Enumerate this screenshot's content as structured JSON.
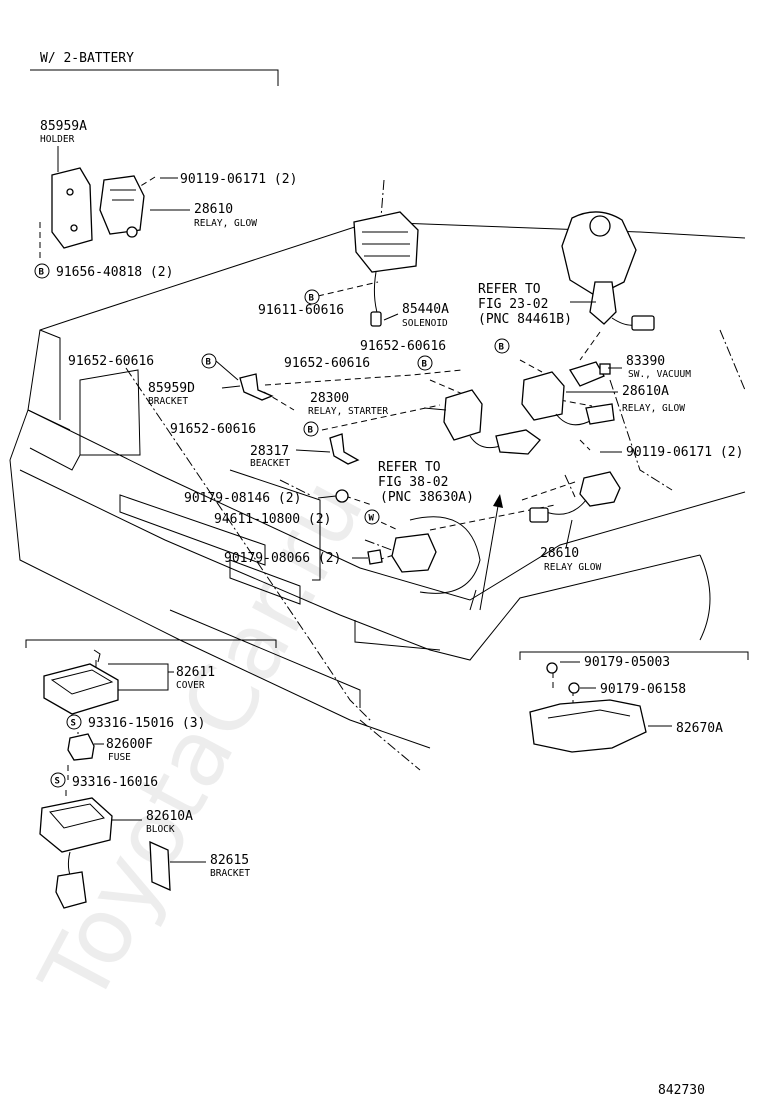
{
  "section_title": "W/ 2-BATTERY",
  "watermark": "ToyotaCar.ru",
  "figure_number": "842730",
  "callouts": [
    {
      "id": "holder",
      "pn": "85959A",
      "name": "HOLDER"
    },
    {
      "id": "bolt-upper",
      "pn": "90119-06171 (2)"
    },
    {
      "id": "relay-glow-small",
      "pn": "28610",
      "name": "RELAY, GLOW"
    },
    {
      "id": "bolt-holder",
      "pn": "91656-40818 (2)",
      "mark": "B"
    },
    {
      "id": "refer-fig-23",
      "lines": [
        "REFER TO",
        "FIG 23-02",
        "(PNC 84461B)"
      ]
    },
    {
      "id": "bolt-solenoid",
      "pn": "91611-60616",
      "mark": "B"
    },
    {
      "id": "solenoid",
      "pn": "85440A",
      "name": "SOLENOID"
    },
    {
      "id": "bolt-bracket-left",
      "pn": "91652-60616",
      "mark": "B"
    },
    {
      "id": "bolt-bracket-mid",
      "pn": "91652-60616",
      "mark": "B"
    },
    {
      "id": "bolt-vacuum",
      "pn": "91652-60616",
      "mark": "B"
    },
    {
      "id": "sw-vacuum",
      "pn": "83390",
      "name": "SW., VACUUM"
    },
    {
      "id": "bracket-85959d",
      "pn": "85959D",
      "name": "BRACKET"
    },
    {
      "id": "relay-starter",
      "pn": "28300",
      "name": "RELAY, STARTER"
    },
    {
      "id": "relay-glow-a",
      "pn": "28610A",
      "name": "RELAY, GLOW"
    },
    {
      "id": "bolt-bracket-lower",
      "pn": "91652-60616",
      "mark": "B"
    },
    {
      "id": "bracket-28317",
      "pn": "28317",
      "name": "BEACKET"
    },
    {
      "id": "bolt-glow",
      "pn": "90119-06171 (2)"
    },
    {
      "id": "refer-fig-38",
      "lines": [
        "REFER TO",
        "FIG 38-02",
        "(PNC 38630A)"
      ]
    },
    {
      "id": "nut-08146",
      "pn": "90179-08146 (2)"
    },
    {
      "id": "washer-10800",
      "pn": "94611-10800 (2)",
      "mark": "W"
    },
    {
      "id": "nut-08066",
      "pn": "90179-08066 (2)"
    },
    {
      "id": "relay-glow-lower",
      "pn": "28610",
      "name": "RELAY GLOW"
    },
    {
      "id": "cover",
      "pn": "82611",
      "name": "COVER"
    },
    {
      "id": "nut-05003",
      "pn": "90179-05003"
    },
    {
      "id": "nut-06158",
      "pn": "90179-06158"
    },
    {
      "id": "screw-15016",
      "pn": "93316-15016 (3)",
      "mark": "S"
    },
    {
      "id": "fuse",
      "pn": "82600F",
      "name": "FUSE"
    },
    {
      "id": "part-82670a",
      "pn": "82670A"
    },
    {
      "id": "screw-16016",
      "pn": "93316-16016",
      "mark": "S"
    },
    {
      "id": "block",
      "pn": "82610A",
      "name": "BLOCK"
    },
    {
      "id": "bracket-82615",
      "pn": "82615",
      "name": "BRACKET"
    }
  ]
}
